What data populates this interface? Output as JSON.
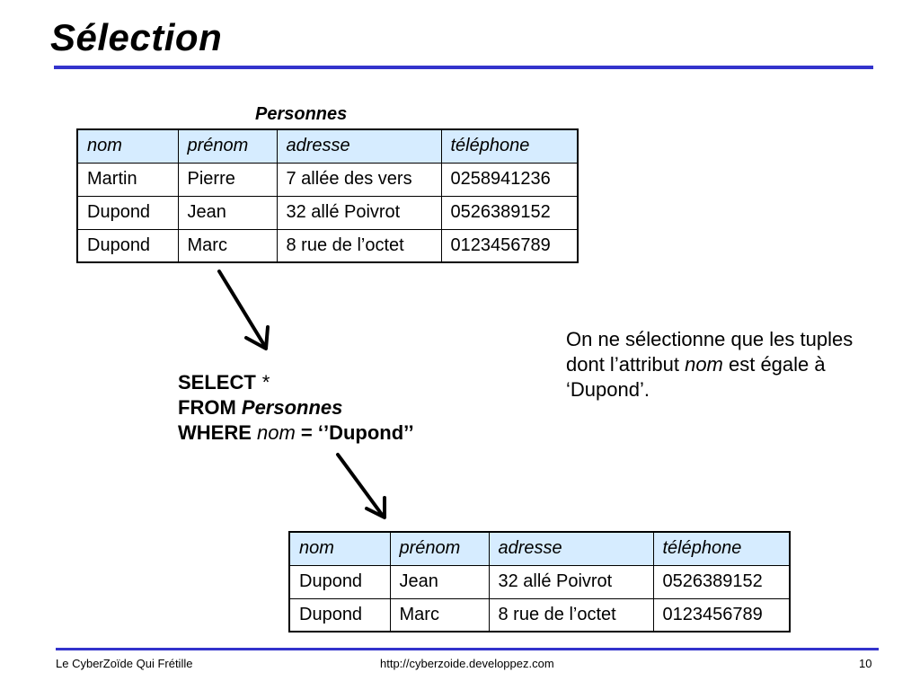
{
  "slide": {
    "title": "Sélection",
    "table_caption": "Personnes",
    "columns": [
      "nom",
      "prénom",
      "adresse",
      "téléphone"
    ],
    "source_rows": [
      [
        "Martin",
        "Pierre",
        "7 allée des vers",
        "0258941236"
      ],
      [
        "Dupond",
        "Jean",
        "32 allé Poivrot",
        "0526389152"
      ],
      [
        "Dupond",
        "Marc",
        "8 rue de l’octet",
        "0123456789"
      ]
    ],
    "result_rows": [
      [
        "Dupond",
        "Jean",
        "32 allé Poivrot",
        "0526389152"
      ],
      [
        "Dupond",
        "Marc",
        "8 rue de l’octet",
        "0123456789"
      ]
    ],
    "sql": {
      "select_kw": "SELECT ",
      "select_arg": "*",
      "from_kw": "FROM ",
      "from_arg": "Personnes",
      "where_kw": "WHERE ",
      "where_attr": "nom",
      "where_rest": " = ‘’Dupond’’"
    },
    "note": {
      "part1": "On ne sélectionne que les tuples dont l’attribut ",
      "attr": "nom",
      "part2": " est égale à ‘Dupond’."
    }
  },
  "footer": {
    "left": "Le CyberZoïde Qui Frétille",
    "center": "http://cyberzoide.developpez.com",
    "page_number": "10"
  },
  "colors": {
    "accent_rule": "#3333cc",
    "header_fill": "#d6ecff"
  }
}
